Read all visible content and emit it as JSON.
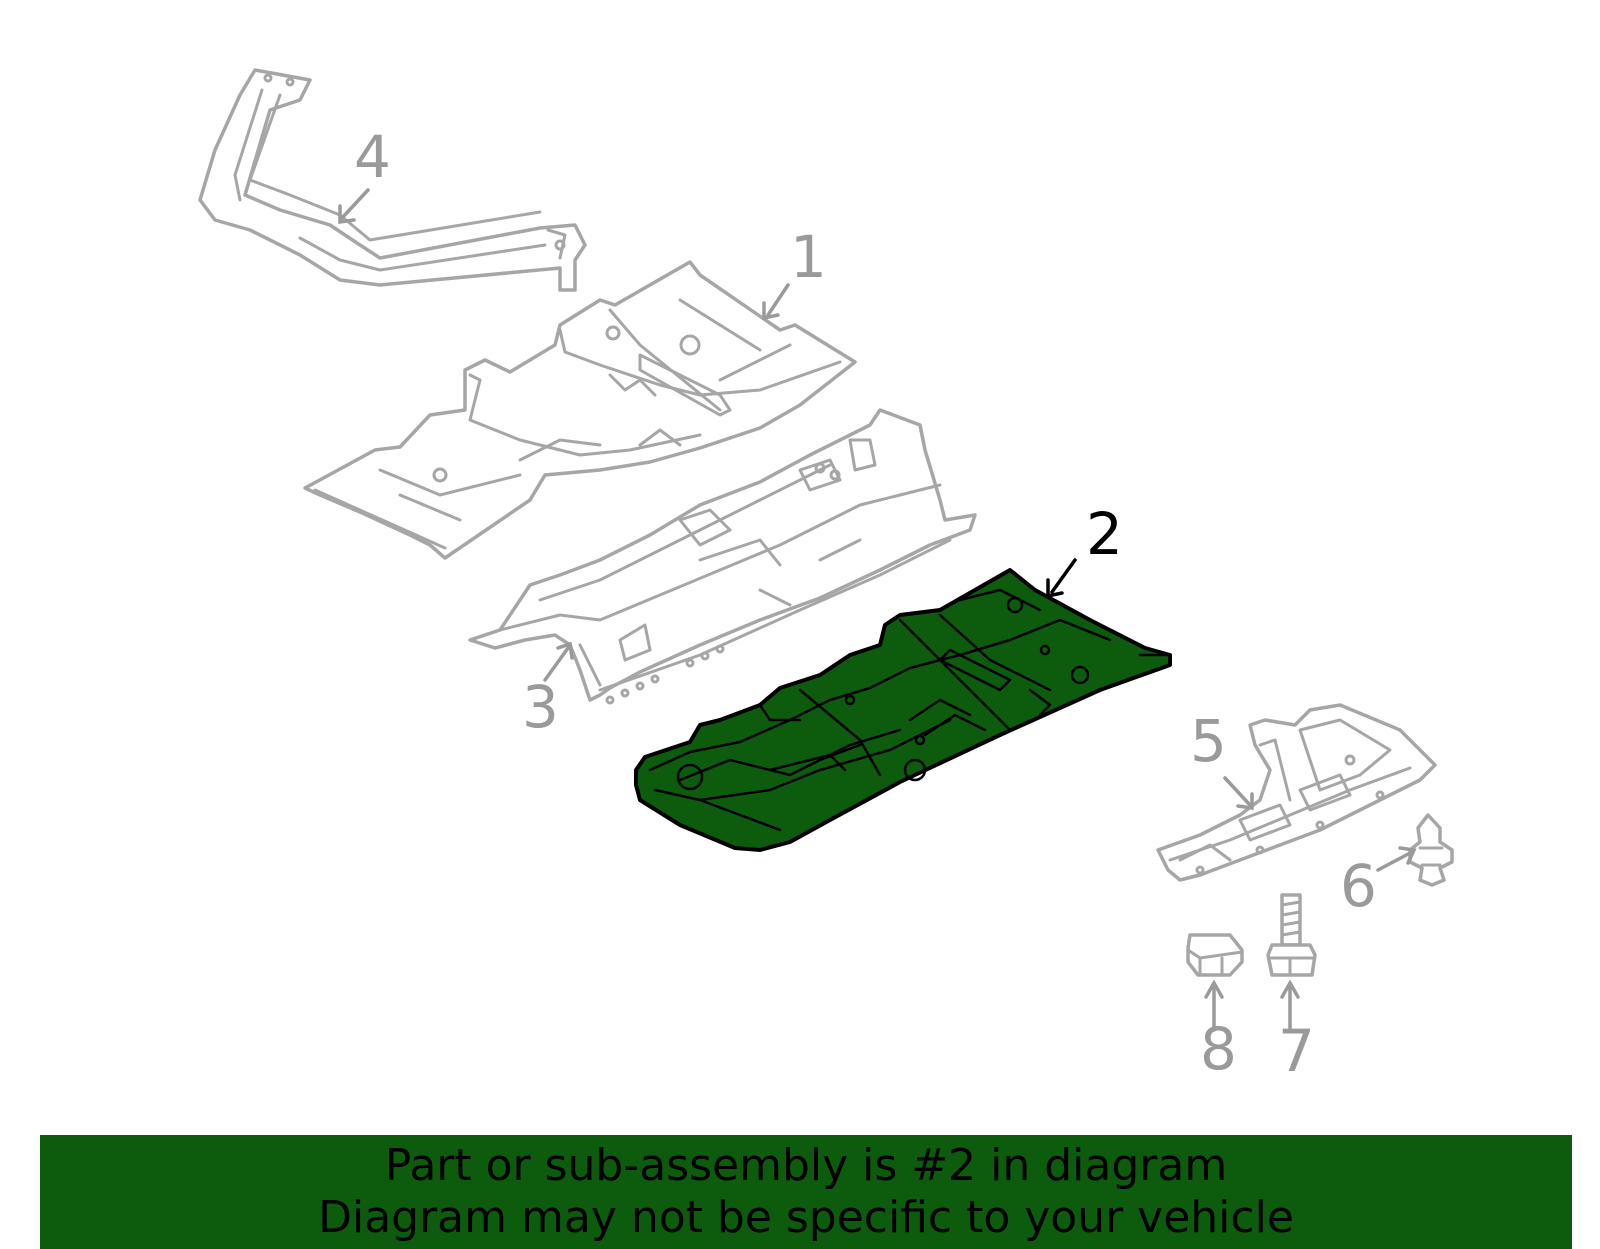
{
  "diagram": {
    "highlighted_part": "2",
    "highlight_color": "#0d5c0d",
    "line_color": "#a6a6a6",
    "callouts": [
      {
        "id": "4",
        "label": "4"
      },
      {
        "id": "1",
        "label": "1"
      },
      {
        "id": "2",
        "label": "2"
      },
      {
        "id": "3",
        "label": "3"
      },
      {
        "id": "5",
        "label": "5"
      },
      {
        "id": "6",
        "label": "6"
      },
      {
        "id": "8",
        "label": "8"
      },
      {
        "id": "7",
        "label": "7"
      }
    ]
  },
  "banner": {
    "line1": "Part or sub-assembly is #2 in diagram",
    "line2": "Diagram may not be specific to your vehicle",
    "background_color": "#0d5c0d"
  }
}
